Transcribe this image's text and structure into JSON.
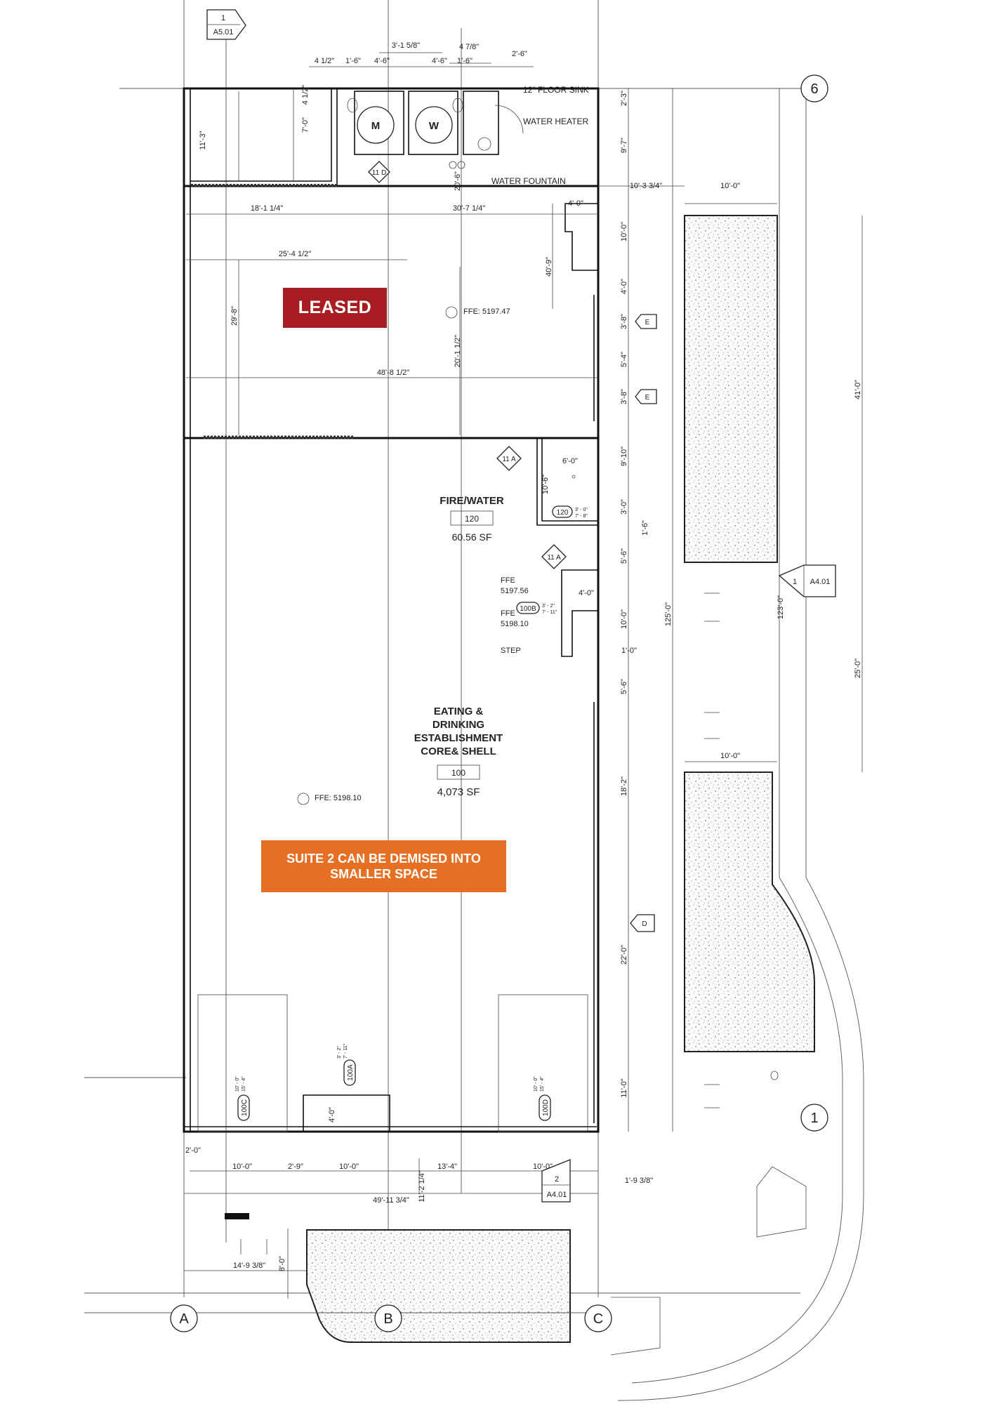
{
  "banners": {
    "leased": "LEASED",
    "suite_note": "SUITE 2 CAN BE DEMISED INTO SMALLER SPACE"
  },
  "rooms": {
    "restroom_men": "M",
    "restroom_women": "W",
    "fire_water": {
      "name": "FIRE/WATER",
      "number": "120",
      "area": "60.56 SF"
    },
    "main": {
      "name_lines": [
        "EATING &",
        "DRINKING",
        "ESTABLISHMENT",
        "CORE& SHELL"
      ],
      "number": "100",
      "area": "4,073 SF"
    }
  },
  "labels": {
    "floor_sink": "12\" FLOOR SINK",
    "water_heater": "WATER HEATER",
    "water_fountain": "WATER FOUNTAIN",
    "ffe_top": "FFE: 5197.47",
    "ffe_main": "FFE: 5198.10",
    "ffe_1": "FFE",
    "ffe_1_val": "5197.56",
    "ffe_2": "FFE",
    "ffe_2_val": "5198.10",
    "step": "STEP"
  },
  "grid": {
    "A": "A",
    "B": "B",
    "C": "C",
    "one": "1",
    "six": "6"
  },
  "section_refs": {
    "top_num": "1",
    "top_sheet": "A5.01",
    "right_num": "1",
    "right_sheet": "A4.01",
    "bottom_num": "2",
    "bottom_sheet": "A4.01"
  },
  "tags": {
    "d11": "11 D",
    "a11_top": "11 A",
    "a11_bot": "11 A",
    "e1": "E",
    "e2": "E",
    "d": "D",
    "door_120": "120",
    "door_120_size": "3' - 0\"",
    "door_120_size2": "7' - 8\"",
    "door_100b": "100B",
    "door_100b_size": "3' - 2\"",
    "door_100b_size2": "7' - 11\"",
    "door_100a": "100A",
    "door_100a_size": "3' - 2\"",
    "door_100a_size2": "7' - 11\"",
    "door_100c": "100C",
    "door_100c_size": "10' - 0\"",
    "door_100c_size2": "15' - 4\"",
    "door_100d": "100D",
    "door_100d_size": "10' - 0\"",
    "door_100d_size2": "15' - 4\""
  },
  "dims": {
    "d_3_1_58": "3'-1 5/8\"",
    "d_4_78": "4 7/8\"",
    "d_4_12a": "4 1/2\"",
    "d_1_6a": "1'-6\"",
    "d_4_6a": "4'-6\"",
    "d_4_6b": "4'-6\"",
    "d_1_6b": "1'-6\"",
    "d_2_6": "2'-6\"",
    "d_4_12b": "4 1/2\"",
    "d_7_0": "7'-0\"",
    "d_11_3": "11'-3\"",
    "d_2_3": "2'-3\"",
    "d_9_7": "9'-7\"",
    "d_20_6": "20'-6\"",
    "d_10_3_34": "10'-3 3/4\"",
    "d_10_0_top": "10'-0\"",
    "d_18_1_14": "18'-1 1/4\"",
    "d_30_7_14": "30'-7 1/4\"",
    "d_4_0a": "4'-0\"",
    "d_10_0a": "10'-0\"",
    "d_25_4_12": "25'-4 1/2\"",
    "d_40_9": "40'-9\"",
    "d_4_0b": "4'-0\"",
    "d_29_8": "29'-8\"",
    "d_3_8a": "3'-8\"",
    "d_20_1_12": "20'-1 1/2\"",
    "d_5_4": "5'-4\"",
    "d_48_8_12": "48'-8 1/2\"",
    "d_3_8b": "3'-8\"",
    "d_41_0": "41'-0\"",
    "d_9_10": "9'-10\"",
    "d_6_0": "6'-0\"",
    "d_10_6": "10'-6\"",
    "d_3_0": "3'-0\"",
    "d_1_6c": "1'-6\"",
    "d_5_6a": "5'-6\"",
    "d_4_0c": "4'-0\"",
    "d_10_0b": "10'-0\"",
    "d_125_0": "125'-0\"",
    "d_123_0": "123'-0\"",
    "d_1_0": "1'-0\"",
    "d_5_6b": "5'-6\"",
    "d_25_0": "25'-0\"",
    "d_10_0_mid": "10'-0\"",
    "d_18_2": "18'-2\"",
    "d_22_0": "22'-0\"",
    "d_11_0": "11'-0\"",
    "d_4_0d": "4'-0\"",
    "d_2_0": "2'-0\"",
    "d_10_0c": "10'-0\"",
    "d_2_9": "2'-9\"",
    "d_10_0d": "10'-0\"",
    "d_13_4": "13'-4\"",
    "d_10_0e": "10'-0\"",
    "d_1_9_38": "1'-9 3/8\"",
    "d_49_11_34": "49'-11 3/4\"",
    "d_11_2_14": "11'-2 1/4\"",
    "d_14_9_38": "14'-9 3/8\"",
    "d_8_0": "8'-0\""
  }
}
